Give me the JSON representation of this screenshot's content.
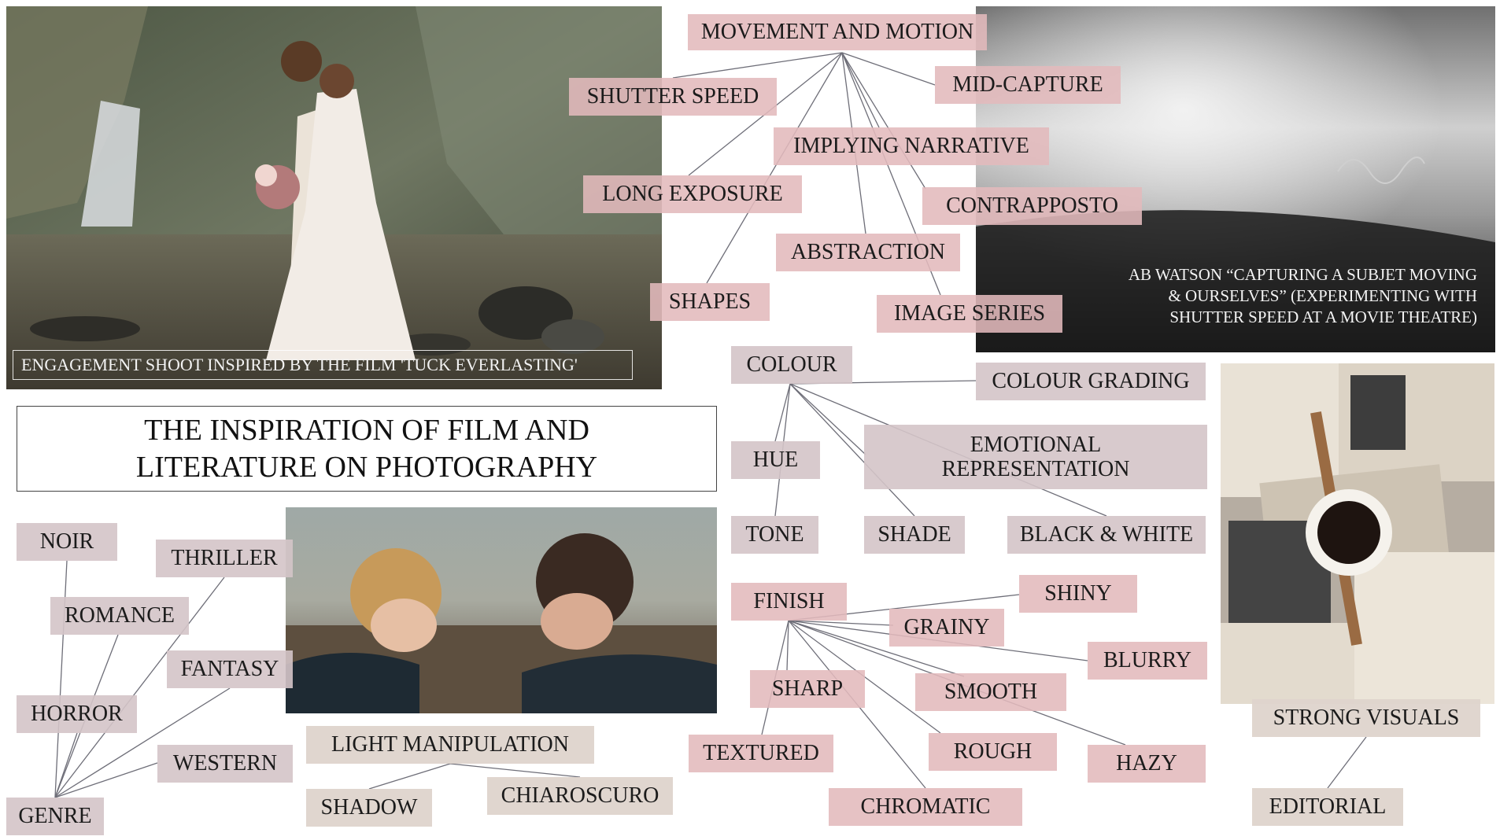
{
  "title": "THE INSPIRATION OF FILM AND LITERATURE ON PHOTOGRAPHY",
  "captions": {
    "engagement": "ENGAGEMENT SHOOT INSPIRED BY THE FILM 'TUCK EVERLASTING'",
    "watson": "AB WATSON “CAPTURING A SUBJET MOVING & OURSELVES” (EXPERIMENTING WITH SHUTTER SPEED AT A MOVIE THEATRE)"
  },
  "labels": {
    "movement": "MOVEMENT AND MOTION",
    "shutter": "SHUTTER SPEED",
    "midcapture": "MID-CAPTURE",
    "implying": "IMPLYING NARRATIVE",
    "longexp": "LONG EXPOSURE",
    "contrapposto": "CONTRAPPOSTO",
    "abstraction": "ABSTRACTION",
    "shapes": "SHAPES",
    "imageseries": "IMAGE SERIES",
    "colour": "COLOUR",
    "grading": "COLOUR GRADING",
    "hue": "HUE",
    "emotional": "EMOTIONAL REPRESENTATION",
    "tone": "TONE",
    "shade": "SHADE",
    "bw": "BLACK & WHITE",
    "finish": "FINISH",
    "shiny": "SHINY",
    "grainy": "GRAINY",
    "blurry": "BLURRY",
    "sharp": "SHARP",
    "smooth": "SMOOTH",
    "textured": "TEXTURED",
    "rough": "ROUGH",
    "hazy": "HAZY",
    "chromatic": "CHROMATIC",
    "noir": "NOIR",
    "thriller": "THRILLER",
    "romance": "ROMANCE",
    "fantasy": "FANTASY",
    "horror": "HORROR",
    "western": "WESTERN",
    "genre": "GENRE",
    "lightmanip": "LIGHT MANIPULATION",
    "shadow": "SHADOW",
    "chiaroscuro": "CHIAROSCURO",
    "strong": "STRONG VISUALS",
    "editorial": "EDITORIAL"
  },
  "colors": {
    "pink": "#e2babc",
    "mauve": "#d4c4c8",
    "beige": "#ded4cc",
    "line": "#6e6e78"
  },
  "links": [
    [
      "movement",
      "shutter"
    ],
    [
      "movement",
      "midcapture"
    ],
    [
      "movement",
      "implying"
    ],
    [
      "movement",
      "longexp"
    ],
    [
      "movement",
      "contrapposto"
    ],
    [
      "movement",
      "abstraction"
    ],
    [
      "movement",
      "shapes"
    ],
    [
      "movement",
      "imageseries"
    ],
    [
      "colour",
      "grading"
    ],
    [
      "colour",
      "hue"
    ],
    [
      "colour",
      "emotional"
    ],
    [
      "colour",
      "tone"
    ],
    [
      "colour",
      "shade"
    ],
    [
      "colour",
      "bw"
    ],
    [
      "finish",
      "shiny"
    ],
    [
      "finish",
      "grainy"
    ],
    [
      "finish",
      "blurry"
    ],
    [
      "finish",
      "sharp"
    ],
    [
      "finish",
      "smooth"
    ],
    [
      "finish",
      "textured"
    ],
    [
      "finish",
      "rough"
    ],
    [
      "finish",
      "hazy"
    ],
    [
      "finish",
      "chromatic"
    ],
    [
      "genre",
      "noir"
    ],
    [
      "genre",
      "thriller"
    ],
    [
      "genre",
      "romance"
    ],
    [
      "genre",
      "fantasy"
    ],
    [
      "genre",
      "horror"
    ],
    [
      "genre",
      "western"
    ],
    [
      "lightmanip",
      "shadow"
    ],
    [
      "lightmanip",
      "chiaroscuro"
    ],
    [
      "strong",
      "editorial"
    ]
  ]
}
